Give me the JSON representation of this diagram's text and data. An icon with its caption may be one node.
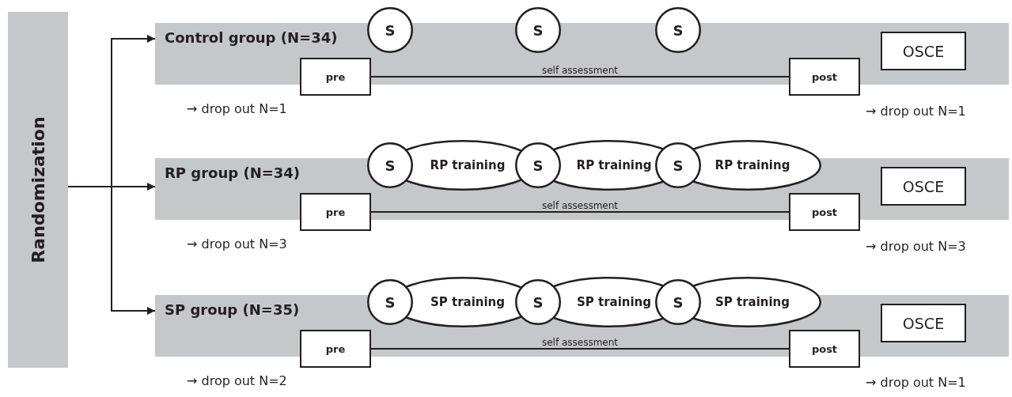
{
  "diagram": {
    "nodes": [
      {
        "text": [
          "Randomization"
        ]
      },
      {
        "text": [
          "Control group (N=34)"
        ]
      },
      {
        "text": [
          "S"
        ]
      },
      {
        "text": [
          "S"
        ]
      },
      {
        "text": [
          "S"
        ]
      },
      {
        "text": [
          "pre"
        ]
      },
      {
        "text": [
          "post"
        ]
      },
      {
        "text": [
          "OSCE"
        ],
        "in": 1
      },
      {
        "text": [
          "RP group (N=34)"
        ]
      },
      {
        "text": [
          "S"
        ]
      },
      {
        "text": [
          "RP training"
        ]
      },
      {
        "text": [
          "S"
        ]
      },
      {
        "text": [
          "RP training"
        ]
      },
      {
        "text": [
          "S"
        ]
      },
      {
        "text": [
          "RP training"
        ]
      },
      {
        "text": [
          "pre"
        ]
      },
      {
        "text": [
          "post"
        ]
      },
      {
        "text": [
          "OSCE"
        ],
        "in": 8
      },
      {
        "text": [
          "SP group (N=35)"
        ]
      },
      {
        "text": [
          "S"
        ]
      },
      {
        "text": [
          "SP training"
        ]
      },
      {
        "text": [
          "S"
        ]
      },
      {
        "text": [
          "SP training"
        ]
      },
      {
        "text": [
          "S"
        ]
      },
      {
        "text": [
          "SP training"
        ]
      },
      {
        "text": [
          "pre"
        ]
      },
      {
        "text": [
          "post"
        ]
      },
      {
        "text": [
          "OSCE"
        ],
        "in": 18
      }
    ],
    "edges": [
      {
        "from": 0,
        "to": 1,
        "arrow": "to"
      },
      {
        "from": 0,
        "to": 8,
        "arrow": "to"
      },
      {
        "from": 0,
        "to": 18,
        "arrow": "to"
      },
      {
        "from": 5,
        "to": 6,
        "arrow": "none",
        "label": "self assessment"
      },
      {
        "from": 15,
        "to": 16,
        "arrow": "none",
        "label": "self assessment"
      },
      {
        "from": 25,
        "to": 26,
        "arrow": "none",
        "label": "self assessment"
      }
    ],
    "labels": [
      "→ drop out N=1",
      "→ drop out N=1",
      "→ drop out N=3",
      "→ drop out N=3",
      "→ drop out N=2",
      "→ drop out N=1"
    ]
  }
}
